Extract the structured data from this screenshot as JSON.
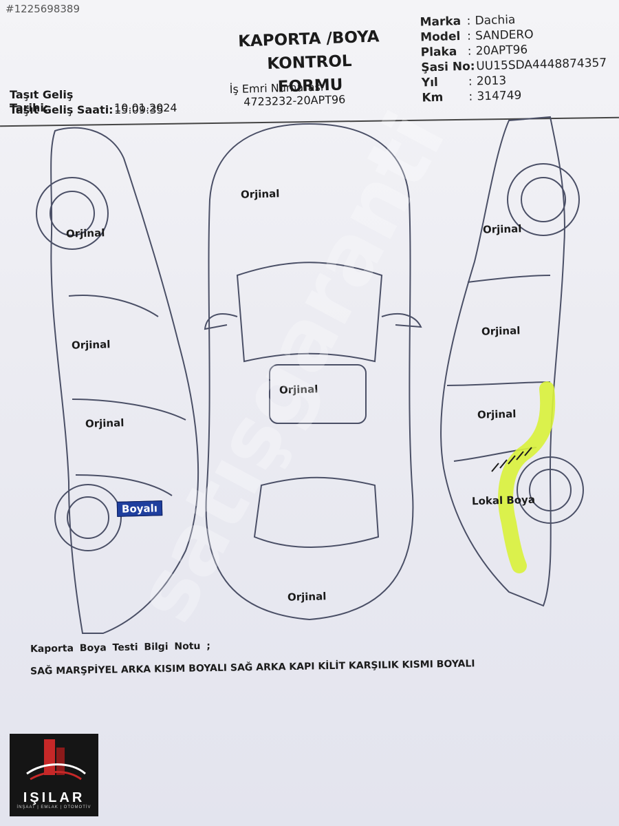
{
  "stock_id": "#1225698389",
  "form": {
    "title_line1": "KAPORTA /BOYA",
    "title_line2": "KONTROL FORMU"
  },
  "vehicle": {
    "marka_label": "Marka",
    "marka_value": "Dachia",
    "model_label": "Model",
    "model_value": "SANDERO",
    "plaka_label": "Plaka",
    "plaka_value": "20APT96",
    "sasi_label": "Şasi No:",
    "sasi_value": "UU15SDA4448874357",
    "yil_label": "Yıl",
    "yil_value": "2013",
    "km_label": "Km",
    "km_value": "314749"
  },
  "arrival": {
    "date_label": "Taşıt Geliş Tarihi:",
    "date_value": "10.01.2024",
    "time_label": "Taşıt Geliş Saati:",
    "time_value": "15:09:35"
  },
  "work_order": {
    "label": "İş Emri Numarası",
    "value": "4723232-20APT96"
  },
  "parts": {
    "left_front_fender": "Orjinal",
    "left_front_door": "Orjinal",
    "left_rear_door": "Orjinal",
    "left_rear_quarter": "Boyalı",
    "hood": "Orjinal",
    "roof": "Orjinal",
    "trunk": "Orjinal",
    "right_front_fender": "Orjinal",
    "right_front_door": "Orjinal",
    "right_rear_door": "Orjinal",
    "right_rear_quarter": "Lokal Boya"
  },
  "note": {
    "title": "Kaporta Boya Testi Bilgi Notu ;",
    "text": "SAĞ MARŞPİYEL ARKA KISIM BOYALI SAĞ ARKA KAPI KİLİT KARŞILIK KISMI BOYALI"
  },
  "colors": {
    "painted_badge": "#1f3f9e",
    "highlight": "#d9f23a",
    "ink": "#1b1b1b"
  },
  "watermark": "satışgaranti",
  "logo": {
    "name": "IŞILAR",
    "sub": "İNŞAAT | EMLAK | OTOMOTİV"
  }
}
